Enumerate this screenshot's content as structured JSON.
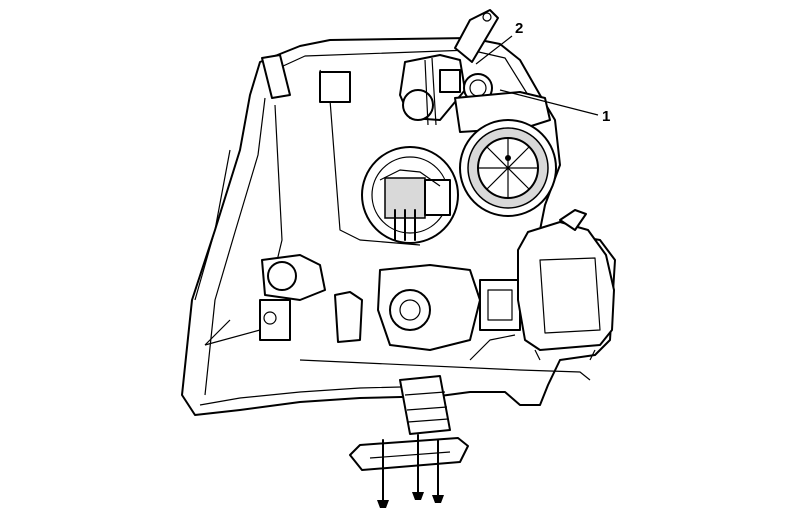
{
  "diagram": {
    "callouts": [
      {
        "id": "1",
        "text": "1"
      },
      {
        "id": "2",
        "text": "2"
      }
    ]
  }
}
